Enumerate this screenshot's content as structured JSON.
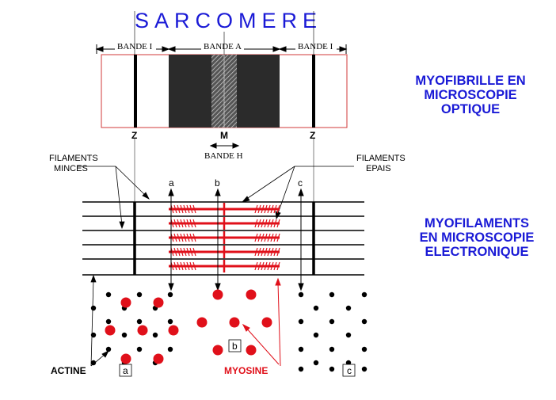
{
  "title": "SARCOMERE",
  "bands": {
    "i_left": "BANDE I",
    "a": "BANDE A",
    "i_right": "BANDE I",
    "h": "BANDE H"
  },
  "lines": {
    "z_left": "Z",
    "m": "M",
    "z_right": "Z"
  },
  "optical_caption": [
    "MYOFIBRILLE EN",
    "MICROSCOPIE",
    "OPTIQUE"
  ],
  "electron_caption": [
    "MYOFILAMENTS",
    "EN MICROSCOPIE",
    "ELECTRONIQUE"
  ],
  "thin_label": [
    "FILAMENTS",
    "MINCES"
  ],
  "thick_label": [
    "FILAMENTS",
    "EPAIS"
  ],
  "section_marks": [
    "a",
    "b",
    "c"
  ],
  "actine": "ACTINE",
  "myosine": "MYOSINE",
  "colors": {
    "title_blue": "#1a1ad6",
    "myosin_red": "#e0101a",
    "dark_band": "#2b2b2b"
  }
}
